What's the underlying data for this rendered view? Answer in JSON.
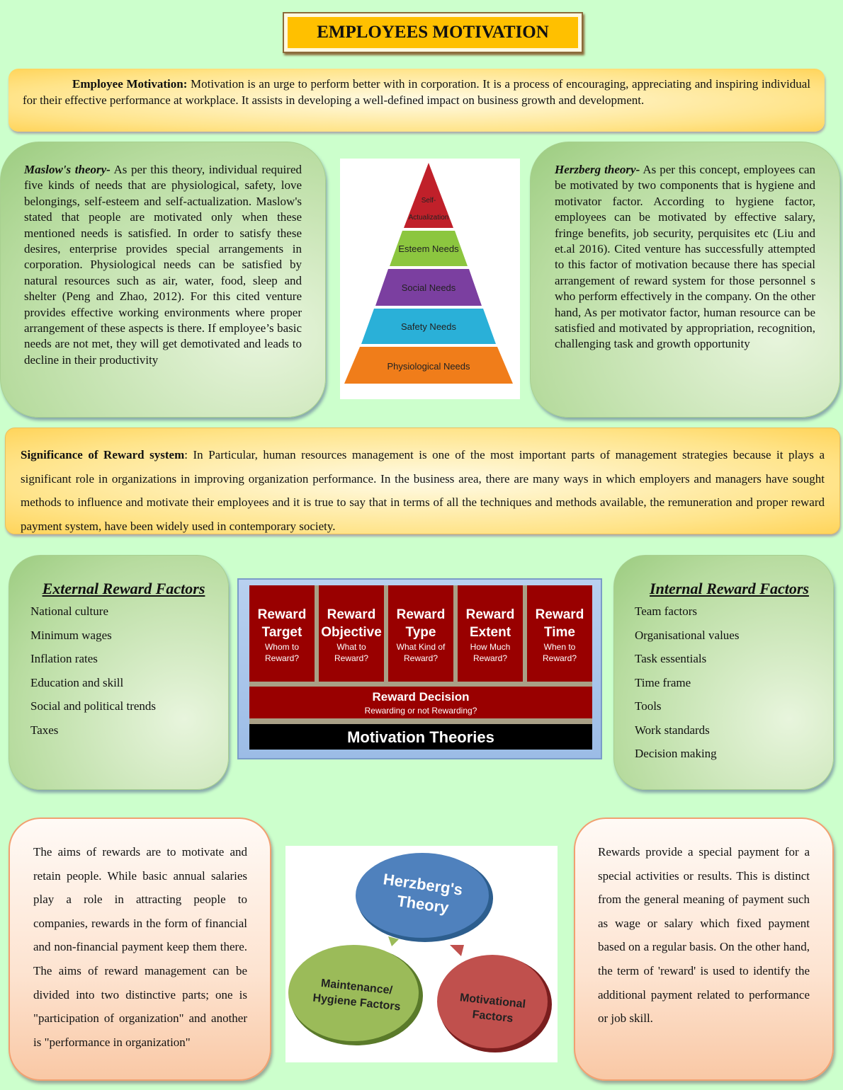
{
  "title": "EMPLOYEES MOTIVATION",
  "intro": {
    "label": "Employee Motivation:",
    "text": " Motivation is an urge to perform better with in corporation. It is a process of encouraging, appreciating and inspiring individual for their effective performance at workplace. It assists in developing a well-defined impact on business growth and development."
  },
  "maslow": {
    "label": "Maslow's theory-",
    "text": " As per this theory, individual required five kinds of needs that are physiological, safety, love belongings, self-esteem and self-actualization. Maslow's stated that people are motivated only when these mentioned needs is satisfied. In order to satisfy these desires, enterprise provides special arrangements in corporation. Physiological needs can be satisfied by natural resources such as air, water, food, sleep and shelter (Peng and Zhao, 2012). For this cited venture provides effective working environments where proper arrangement of these aspects is there. If employee’s basic needs are not met, they will get demotivated and leads to decline in their productivity"
  },
  "pyramid": {
    "levels": [
      "Self-",
      "Actualization",
      "Esteem Needs",
      "Social Needs",
      "Safety Needs",
      "Physiological Needs"
    ],
    "colors": [
      "#c0202a",
      "#8cc63f",
      "#7b3fa0",
      "#2ab0d8",
      "#f07d1a"
    ]
  },
  "herzberg": {
    "label": "Herzberg theory-",
    "text": " As per this concept, employees can be motivated by two components that is hygiene and motivator factor. According to hygiene factor, employees can be motivated by effective salary, fringe benefits, job security, perquisites etc (Liu and et.al 2016). Cited venture has successfully attempted to this factor of motivation because there has special arrangement of reward system for those personnel s who perform effectively in the company. On the other hand, As per motivator factor, human resource can be satisfied and motivated by appropriation, recognition, challenging task and growth opportunity"
  },
  "significance": {
    "label": "Significance of Reward system",
    "text": ": In Particular, human resources management is one of the most important parts of management strategies because it plays a significant role in organizations in improving organization performance. In the business area, there are many ways in which employers and managers have sought methods to influence and motivate their employees and it is true to say that in terms of all the techniques and methods available, the remuneration and proper reward payment system, have been widely used in contemporary society."
  },
  "external": {
    "heading": "External Reward Factors",
    "items": [
      "National culture",
      "Minimum wages",
      "Inflation rates",
      "Education and skill",
      "Social and political trends",
      "Taxes"
    ]
  },
  "internal": {
    "heading": "Internal Reward Factors",
    "items": [
      "Team factors",
      "Organisational values",
      "Task essentials",
      "Time frame",
      "Tools",
      "Work standards",
      "Decision making"
    ]
  },
  "diagram": {
    "cells": [
      {
        "t1": "Reward",
        "t2": "Target",
        "s1": "Whom to",
        "s2": "Reward?"
      },
      {
        "t1": "Reward",
        "t2": "Objective",
        "s1": "What to",
        "s2": "Reward?"
      },
      {
        "t1": "Reward",
        "t2": "Type",
        "s1": "What Kind of",
        "s2": "Reward?"
      },
      {
        "t1": "Reward",
        "t2": "Extent",
        "s1": "How Much",
        "s2": "Reward?"
      },
      {
        "t1": "Reward",
        "t2": "Time",
        "s1": "When to",
        "s2": "Reward?"
      }
    ],
    "decision": "Reward Decision",
    "decision_sub": "Rewarding or not Rewarding?",
    "base": "Motivation Theories"
  },
  "aims": {
    "text": "The aims of rewards are to motivate and retain people. While basic annual salaries play a role in attracting people to companies, rewards in the form of financial and non-financial payment keep them there. The aims of reward management can be divided into two distinctive parts; one is \"participation of organization\" and another is \"performance in organization\""
  },
  "herz_image": {
    "top1": "Herzberg's",
    "top2": "Theory",
    "left1": "Maintenance/",
    "left2": "Hygiene Factors",
    "right1": "Motivational",
    "right2": "Factors"
  },
  "rewards": {
    "text": "Rewards provide a special payment for a special activities or results. This is distinct from the general meaning of payment such as wage or salary which fixed payment based on a regular basis. On the other hand, the term of 'reward' is used to identify the additional payment related to performance or job skill."
  }
}
